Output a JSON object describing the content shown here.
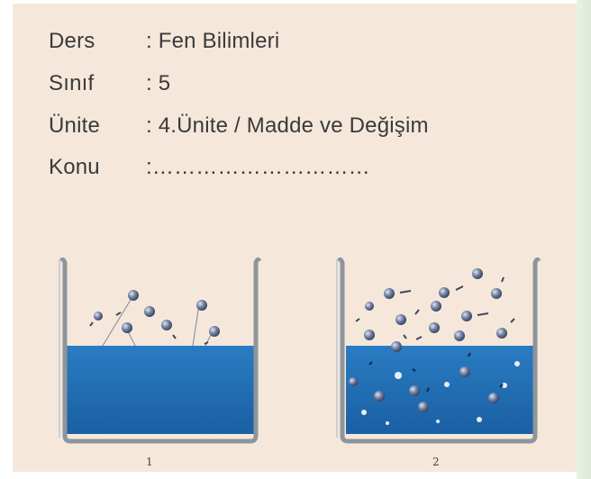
{
  "info": {
    "ders": {
      "label": "Ders",
      "value": ": Fen Bilimleri"
    },
    "sinif": {
      "label": "Sınıf",
      "value": ": 5"
    },
    "unite": {
      "label": "Ünite",
      "value": ": 4.Ünite / Madde ve Değişim"
    },
    "konu": {
      "label": "Konu",
      "value": ":…………………………"
    }
  },
  "figures": {
    "beaker_1_label": "1",
    "beaker_2_label": "2"
  },
  "colors": {
    "background": "#f5e8db",
    "water": "#1e6eb4",
    "molecule": "#5f6e8c",
    "glass": "#9aa3ab"
  }
}
